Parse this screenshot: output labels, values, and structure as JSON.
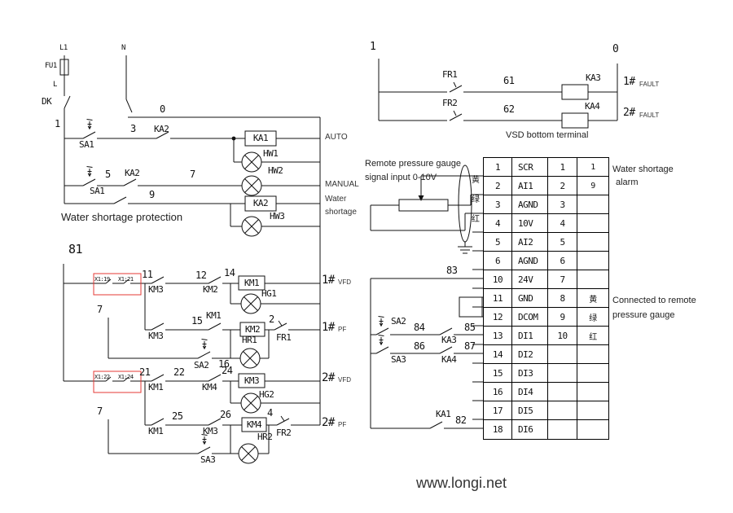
{
  "diagram": {
    "footer": "www.longi.net",
    "control": {
      "l1": "L1",
      "fu1": "FU1",
      "l": "L",
      "dk": "DK",
      "n": "N",
      "w0": "0",
      "w1": "1",
      "w3": "3",
      "w5": "5",
      "w7": "7",
      "w9": "9",
      "sa1": "SA1",
      "ka2": "KA2",
      "ka1": "KA1",
      "hw1": "HW1",
      "hw2": "HW2",
      "hw3": "HW3",
      "auto": "AUTO",
      "manual": "MANUAL",
      "water": "Water",
      "shortage": "shortage",
      "title": "Water shortage protection",
      "bus": "81",
      "x1_19": "X1:19",
      "x1_21": "X1:21",
      "x1_22": "X1:22",
      "x1_24": "X1:24",
      "w11": "11",
      "w12": "12",
      "w14": "14",
      "w15": "15",
      "w16": "16",
      "w2": "2",
      "w21": "21",
      "w22": "22",
      "w24": "24",
      "w25": "25",
      "w26": "26",
      "w4": "4",
      "km1": "KM1",
      "km2": "KM2",
      "km3": "KM3",
      "km4": "KM4",
      "hg1": "HG1",
      "hg2": "HG2",
      "hr1": "HR1",
      "hr2": "HR2",
      "sa2": "SA2",
      "sa3": "SA3",
      "fr1": "FR1",
      "fr2": "FR2",
      "no1": "1#",
      "no2": "2#",
      "vfd": "VFD",
      "pf": "PF"
    },
    "fault": {
      "w1": "1",
      "w0": "0",
      "fr1": "FR1",
      "fr2": "FR2",
      "w61": "61",
      "w62": "62",
      "ka3": "KA3",
      "ka4": "KA4",
      "no1": "1#",
      "no2": "2#",
      "fault": "FAULT"
    },
    "vsd": {
      "title": "VSD bottom terminal",
      "note_line1": "Remote pressure gauge",
      "note_line2": "signal input 0-10V",
      "alarm_line1": "Water shortage",
      "alarm_line2": "alarm",
      "remote_line1": "Connected to remote",
      "remote_line2": "pressure gauge",
      "w82": "82",
      "w83": "83",
      "w84": "84",
      "w85": "85",
      "w86": "86",
      "w87": "87",
      "sa2": "SA2",
      "sa3": "SA3",
      "ka1": "KA1",
      "ka3": "KA3",
      "ka4": "KA4",
      "wire_yellow": "黄",
      "wire_green": "绿",
      "wire_red": "红",
      "table_rows": [
        [
          "1",
          "SCR",
          "1",
          "1"
        ],
        [
          "2",
          "AI1",
          "2",
          "9"
        ],
        [
          "3",
          "AGND",
          "3",
          ""
        ],
        [
          "4",
          "10V",
          "4",
          ""
        ],
        [
          "5",
          "AI2",
          "5",
          ""
        ],
        [
          "6",
          "AGND",
          "6",
          ""
        ],
        [
          "10",
          "24V",
          "7",
          ""
        ],
        [
          "11",
          "GND",
          "8",
          "黄"
        ],
        [
          "12",
          "DCOM",
          "9",
          "绿"
        ],
        [
          "13",
          "DI1",
          "10",
          "红"
        ],
        [
          "14",
          "DI2",
          "",
          ""
        ],
        [
          "15",
          "DI3",
          "",
          ""
        ],
        [
          "16",
          "DI4",
          "",
          ""
        ],
        [
          "17",
          "DI5",
          "",
          ""
        ],
        [
          "18",
          "DI6",
          "",
          ""
        ]
      ]
    }
  }
}
